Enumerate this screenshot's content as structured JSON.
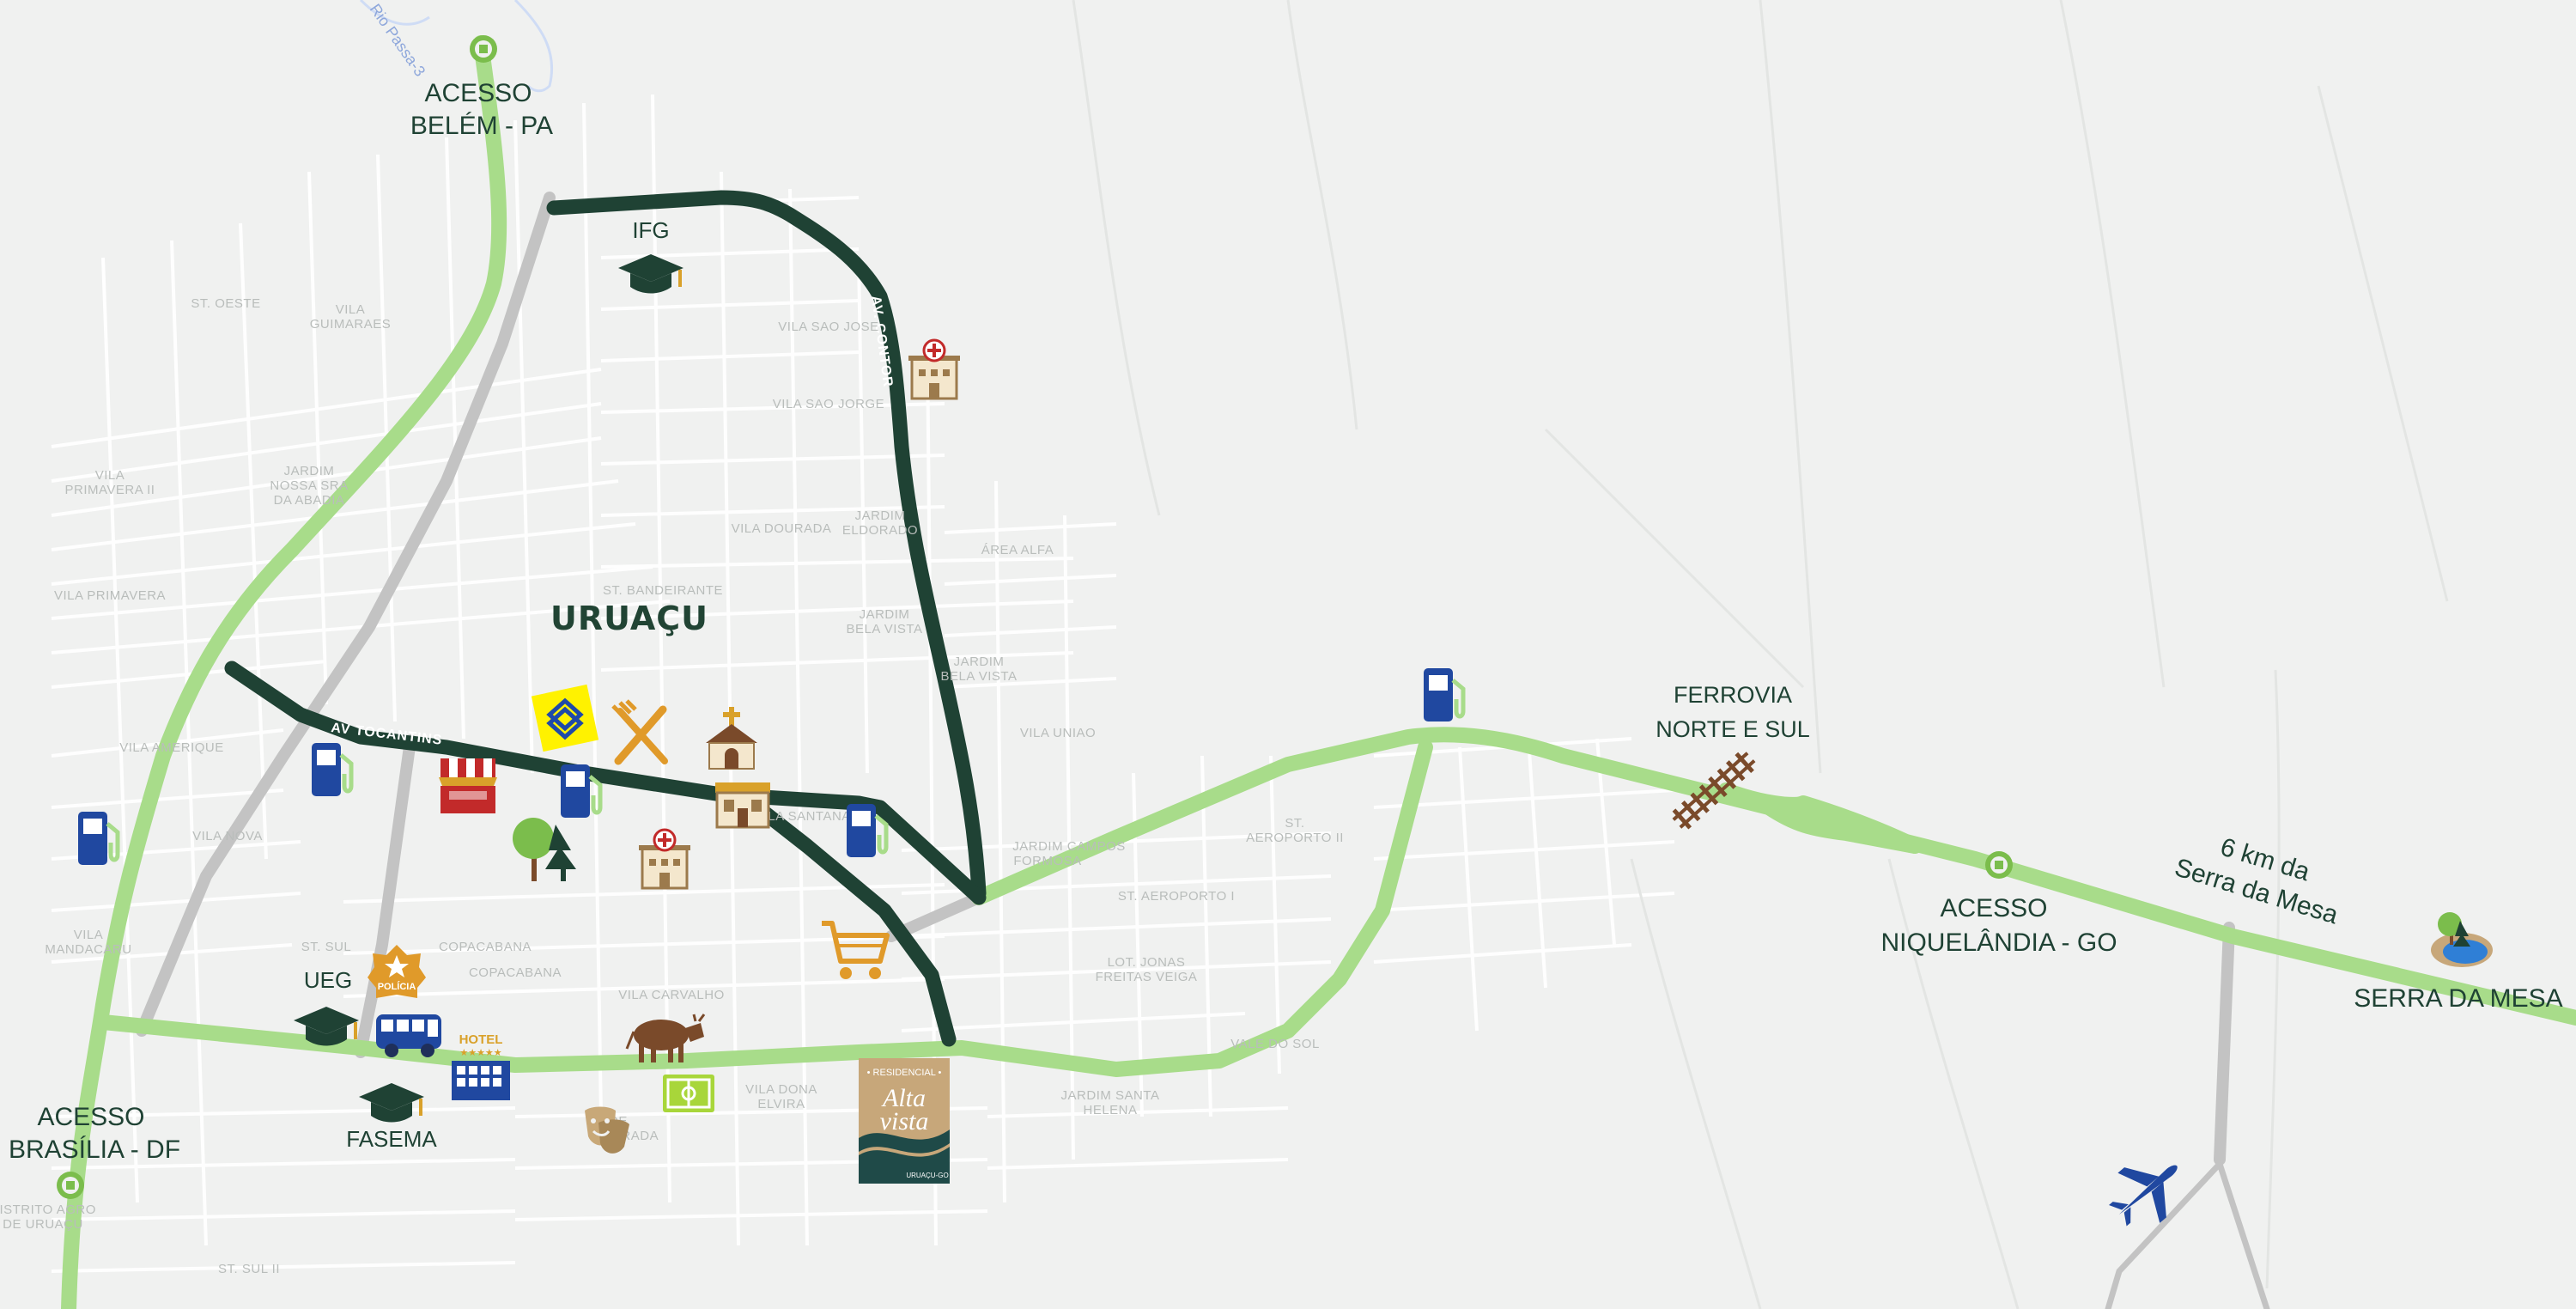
{
  "colors": {
    "background": "#f0f1f0",
    "main_route": "#a8dc8a",
    "city_avenue": "#1f4234",
    "secondary_road": "#c3c3c3",
    "streets": "#ffffff",
    "water": "#cfdcf5"
  },
  "water_label": "Rio Passa-3",
  "city_name": "URUAÇU",
  "avenues": {
    "contorno": "AV. CONTORNO",
    "tocantins": "AV TOCANTINS"
  },
  "access_points": [
    {
      "lines": [
        "ACESSO",
        "BELÉM - PA"
      ],
      "icon": "access-marker-icon"
    },
    {
      "lines": [
        "ACESSO",
        "BRASÍLIA - DF"
      ],
      "icon": "access-marker-icon"
    },
    {
      "lines": [
        "ACESSO",
        "NIQUELÂNDIA - GO"
      ],
      "icon": "access-marker-icon"
    }
  ],
  "landmarks": {
    "ifg": "IFG",
    "ueg": "UEG",
    "fasema": "FASEMA",
    "ferrovia": [
      "FERROVIA",
      "NORTE E SUL"
    ],
    "serra_distance": [
      "6 km da",
      "Serra da Mesa"
    ],
    "serra": "SERRA DA MESA"
  },
  "icon_texts": {
    "police": "POLÍCIA",
    "hotel": "HOTEL",
    "hotel_stars": "★★★★★",
    "altavista_top": "• RESIDENCIAL •",
    "altavista_name1": "Alta",
    "altavista_name2": "vista",
    "altavista_bottom": "URUAÇU-GO"
  },
  "neighborhoods": [
    "ST. OESTE",
    "VILA",
    "GUIMARAES",
    "VILA SAO JOSE",
    "VILA SAO JORGE",
    "VILA",
    "PRIMAVERA II",
    "JARDIM",
    "NOSSA SRA",
    "DA ABADIA",
    "VILA DOURADA",
    "JARDIM",
    "ELDORADO",
    "ÁREA ALFA",
    "VILA PRIMAVERA",
    "ST. BANDEIRANTE",
    "JARDIM",
    "BELA VISTA",
    "JARDIM",
    "BELA VISTA",
    "VILA UNIAO",
    "VILA AMERIQUE",
    "VILA NOVA",
    "VILA",
    "MANDACARU",
    "ST. SUL",
    "COPACABANA",
    "COPACABANA",
    "VILA CARVALHO",
    "VILA DONA",
    "ELVIRA",
    "DE",
    "ARADA",
    "VILA SANTANA",
    "JARDIM CAMPOS",
    "FORMOSA",
    "ST.",
    "AEROPORTO II",
    "ST. AEROPORTO I",
    "LOT. JONAS",
    "FREITAS VEIGA",
    "VALE DO SOL",
    "JARDIM SANTA",
    "HELENA",
    "DISTRITO AGRO",
    "DE URUAÇU",
    "ST. SUL II"
  ]
}
